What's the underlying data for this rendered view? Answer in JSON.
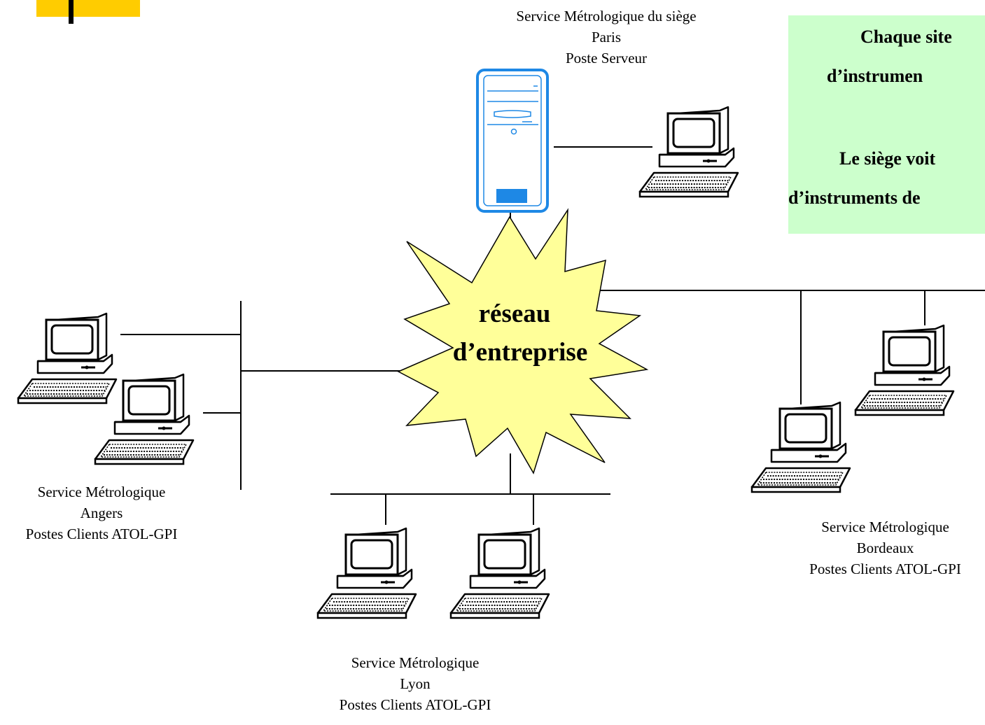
{
  "colors": {
    "accent_bar": "#ffcc00",
    "hub_fill": "#ffff99",
    "note_bg": "#ccffcc",
    "server_outline": "#1e88e5"
  },
  "icons": [
    "server-tower-icon",
    "desktop-computer-icon"
  ],
  "hub": {
    "line1": "réseau",
    "line2": "d’entreprise"
  },
  "sites": {
    "paris": {
      "lines": [
        "Service Métrologique du siège",
        "Paris",
        "Poste Serveur"
      ]
    },
    "angers": {
      "lines": [
        "Service Métrologique",
        "Angers",
        "Postes Clients ATOL-GPI"
      ]
    },
    "lyon": {
      "lines": [
        "Service Métrologique",
        "Lyon",
        "Postes Clients ATOL-GPI"
      ]
    },
    "bordeaux": {
      "lines": [
        "Service Métrologique",
        "Bordeaux",
        "Postes Clients ATOL-GPI"
      ]
    }
  },
  "note": {
    "line1": "Chaque site",
    "line2": "d’instrumen",
    "line3": "Le siège voit",
    "line4": "d’instruments de"
  }
}
